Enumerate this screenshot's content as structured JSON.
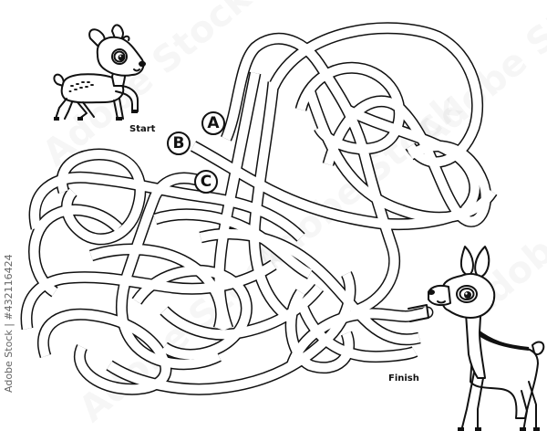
{
  "puzzle": {
    "type": "maze",
    "start_label": "Start",
    "finish_label": "Finish",
    "choices": [
      {
        "id": "A",
        "label": "A"
      },
      {
        "id": "B",
        "label": "B"
      },
      {
        "id": "C",
        "label": "C"
      }
    ]
  },
  "characters": {
    "start": "fawn",
    "finish": "deer"
  },
  "watermark": {
    "text": "Adobe Stock | #432116424",
    "diagonal": "Adobe Stock"
  },
  "colors": {
    "ink": "#111111",
    "background": "#ffffff",
    "watermark": "#666666"
  }
}
